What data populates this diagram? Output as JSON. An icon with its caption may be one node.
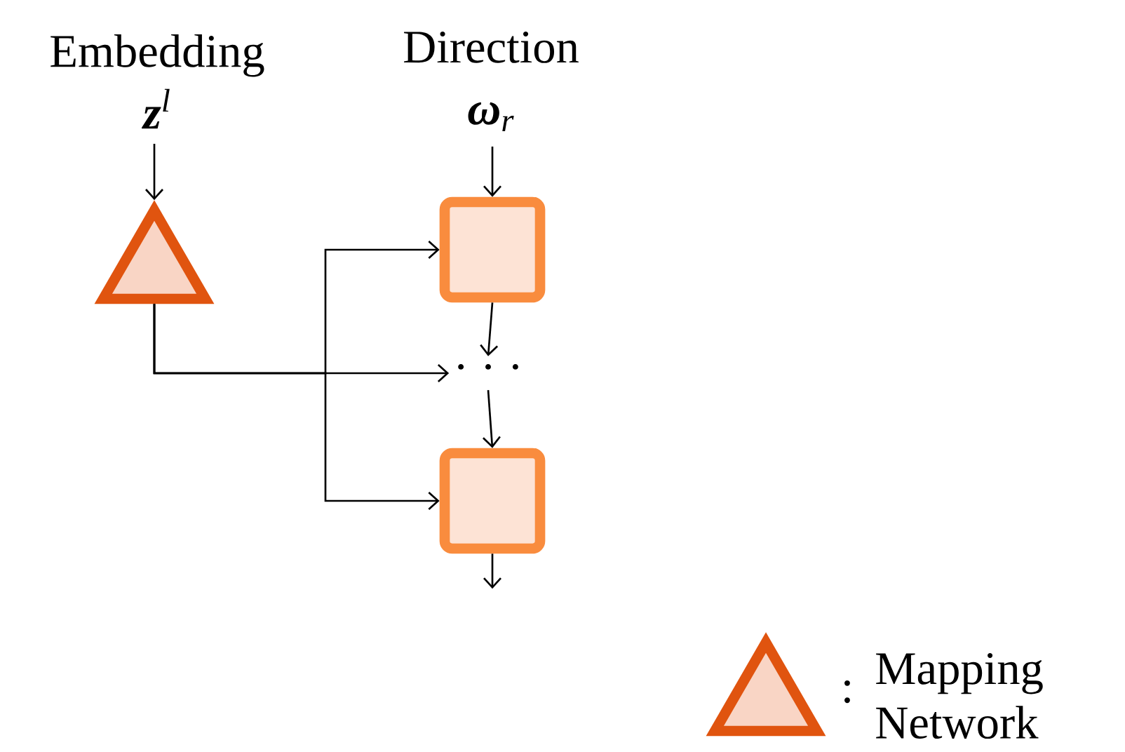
{
  "diagram": {
    "nodes": [
      {
        "text": [
          "Embedding",
          "**z**$^{l}$"
        ]
      },
      {
        "text": [
          "Direction",
          "**ω**$_{r}$"
        ]
      },
      {
        "text": [],
        "shape": "triangle"
      },
      {
        "text": [],
        "shape": "box"
      },
      {
        "text": [
          "· · ·"
        ]
      },
      {
        "text": [],
        "shape": "box"
      }
    ],
    "edges": [
      {
        "from": 0,
        "to": 2,
        "arrow": "to"
      },
      {
        "from": 1,
        "to": 3,
        "arrow": "to"
      },
      {
        "from": 2,
        "to": 4,
        "arrow": "to"
      },
      {
        "from": 2,
        "to": 3,
        "arrow": "to"
      },
      {
        "from": 2,
        "to": 5,
        "arrow": "to"
      },
      {
        "from": 3,
        "to": 4,
        "arrow": "to"
      },
      {
        "from": 4,
        "to": 5,
        "arrow": "to"
      },
      {
        "from": 5,
        "to": null,
        "arrow": "to"
      }
    ],
    "labels": [
      ":"
    ],
    "legend": [
      {
        "text": "Mapping Network"
      }
    ]
  }
}
